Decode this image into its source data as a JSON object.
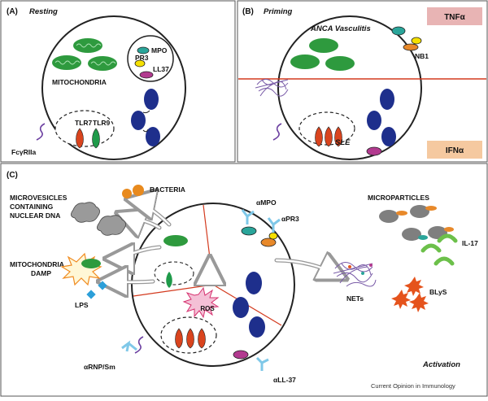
{
  "panels": {
    "a": {
      "letter": "(A)",
      "title": "Resting"
    },
    "b": {
      "letter": "(B)",
      "title": "Priming"
    },
    "c": {
      "letter": "(C)",
      "title": "Activation"
    }
  },
  "labels": {
    "mitochondria": "MITOCHONDRIA",
    "mpo": "MPO",
    "pr3": "PR3",
    "ll37": "LL37",
    "tlr7": "TLR7",
    "tlr9": "TLR9",
    "fcgr": "FcγRIIa",
    "anca": "ANCA Vasculitis",
    "nb1": "NB1",
    "sle": "SLE",
    "tnf": "TNFα",
    "ifn": "IFNα",
    "microvesicles": [
      "MICROVESICLES",
      "CONTAINING",
      "NUCLEAR DNA"
    ],
    "bacteria": "BACTERIA",
    "mito_damp": [
      "MITOCHONDRIA",
      "DAMP"
    ],
    "lps": "LPS",
    "ros": "ROS",
    "ampo": "αMPO",
    "apr3": "αPR3",
    "arnp": "αRNP/Sm",
    "all37": "αLL-37",
    "microparticles": "MICROPARTICLES",
    "il17": "IL-17",
    "blys": "BLyS",
    "nets": "NETs"
  },
  "footer": "Current Opinion in Immunology",
  "colors": {
    "mitochondria": "#2e9a3e",
    "granule_blue": "#1e2f8c",
    "mpo_teal": "#2aa59a",
    "pr3_yellow": "#f5e000",
    "ll37_magenta": "#b23a8f",
    "tlr_red": "#d9441e",
    "tlr_green": "#1f9a4a",
    "nb1_orange": "#e8892a",
    "tnf_box": "#e8b4b4",
    "ifn_box": "#f5c9a0",
    "split_line": "#d33a1e",
    "net_purple": "#7a5ca8",
    "blys_red": "#e5531c",
    "lps_blue": "#2b9fd9",
    "bacteria_orange": "#e88a1e",
    "il17_green": "#6cc04a",
    "gray_particle": "#7f7f7f"
  }
}
